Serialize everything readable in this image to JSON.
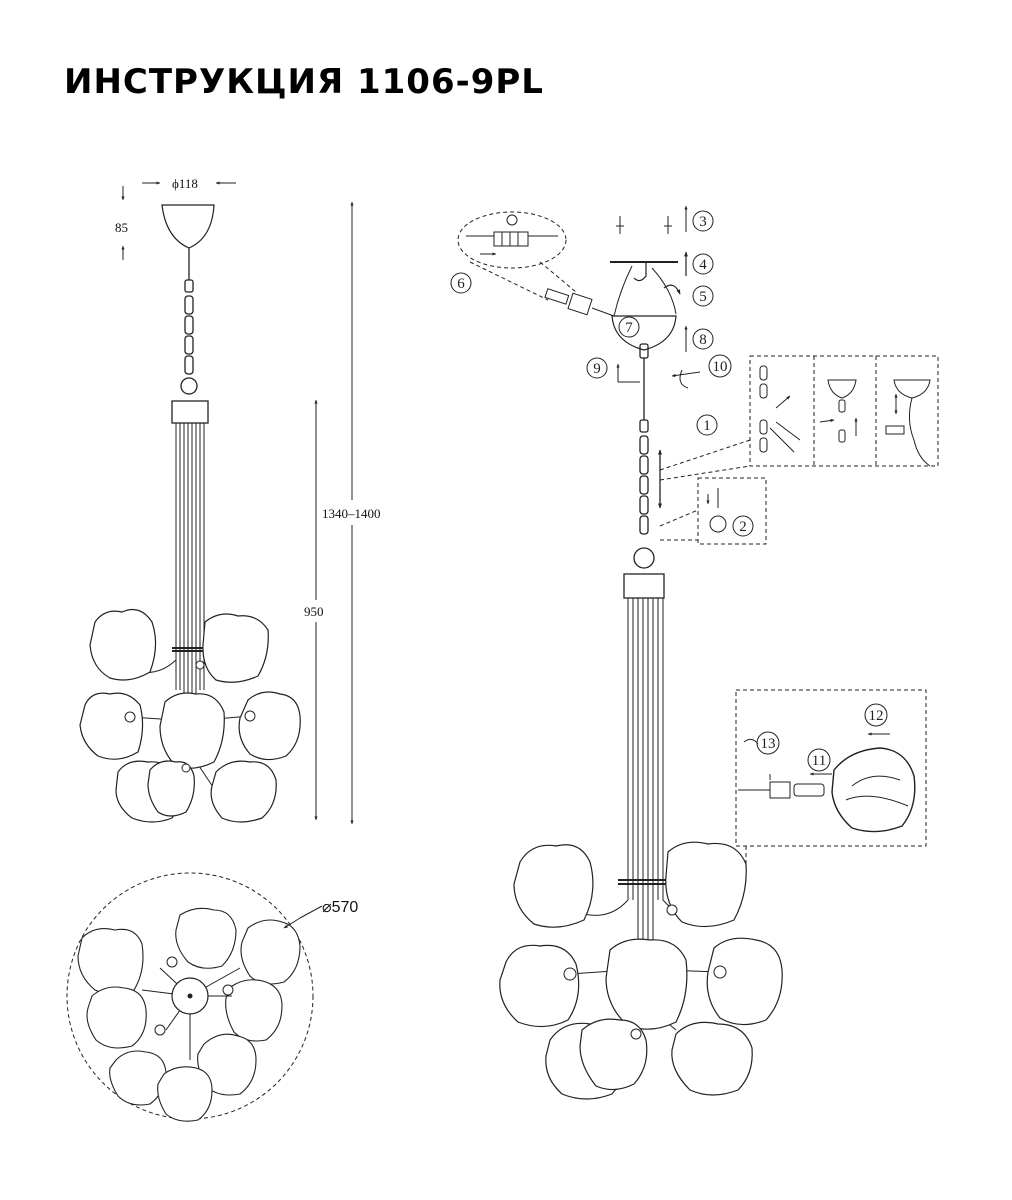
{
  "title": "ИНСТРУКЦИЯ 1106-9PL",
  "dimensions": {
    "canopy_diameter": "ϕ118",
    "canopy_height": "85",
    "total_height": "1340–1400",
    "body_height": "950",
    "spread_diameter": "⌀570"
  },
  "steps": [
    "1",
    "2",
    "3",
    "4",
    "5",
    "6",
    "7",
    "8",
    "9",
    "10",
    "11",
    "12",
    "13"
  ]
}
